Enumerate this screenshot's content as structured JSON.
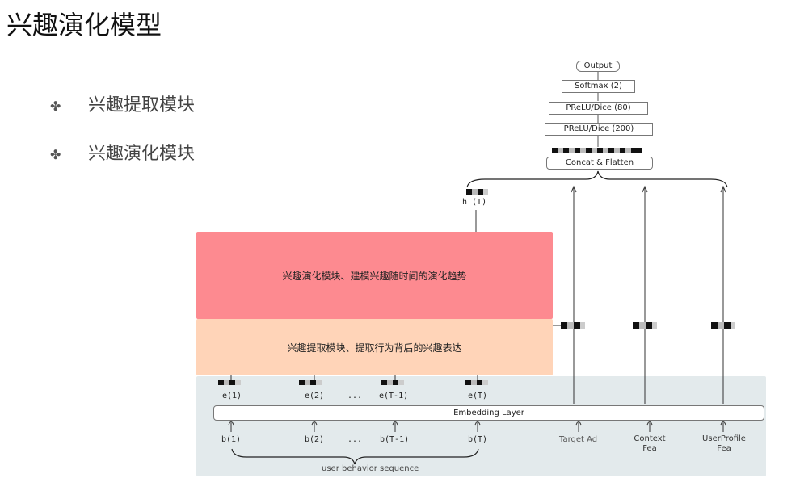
{
  "title": "兴趣演化模型",
  "bullets": [
    {
      "mark": "✤",
      "text": "兴趣提取模块"
    },
    {
      "mark": "✤",
      "text": "兴趣演化模块"
    }
  ],
  "top_stack": {
    "output": "Output",
    "softmax": "Softmax (2)",
    "prelu80": "PReLU/Dice (80)",
    "prelu200": "PReLU/Dice (200)",
    "concat": "Concat & Flatten"
  },
  "h_label": "h′(T)",
  "evolution_text": "兴趣演化模块、建模兴趣随时间的演化趋势",
  "extraction_text": "兴趣提取模块、提取行为背后的兴趣表达",
  "embeddings": [
    "e(1)",
    "e(2)",
    "...",
    "e(T-1)",
    "e(T)"
  ],
  "embedding_layer": "Embedding Layer",
  "behaviors": [
    "b(1)",
    "b(2)",
    "...",
    "b(T-1)",
    "b(T)"
  ],
  "behavior_caption": "user behavior sequence",
  "features": [
    "Target Ad",
    "Context\nFea",
    "UserProfile\nFea"
  ],
  "colors": {
    "evolution": "#fd8a90",
    "extraction": "#ffd4b8",
    "embedding_panel": "#e3eaec"
  }
}
